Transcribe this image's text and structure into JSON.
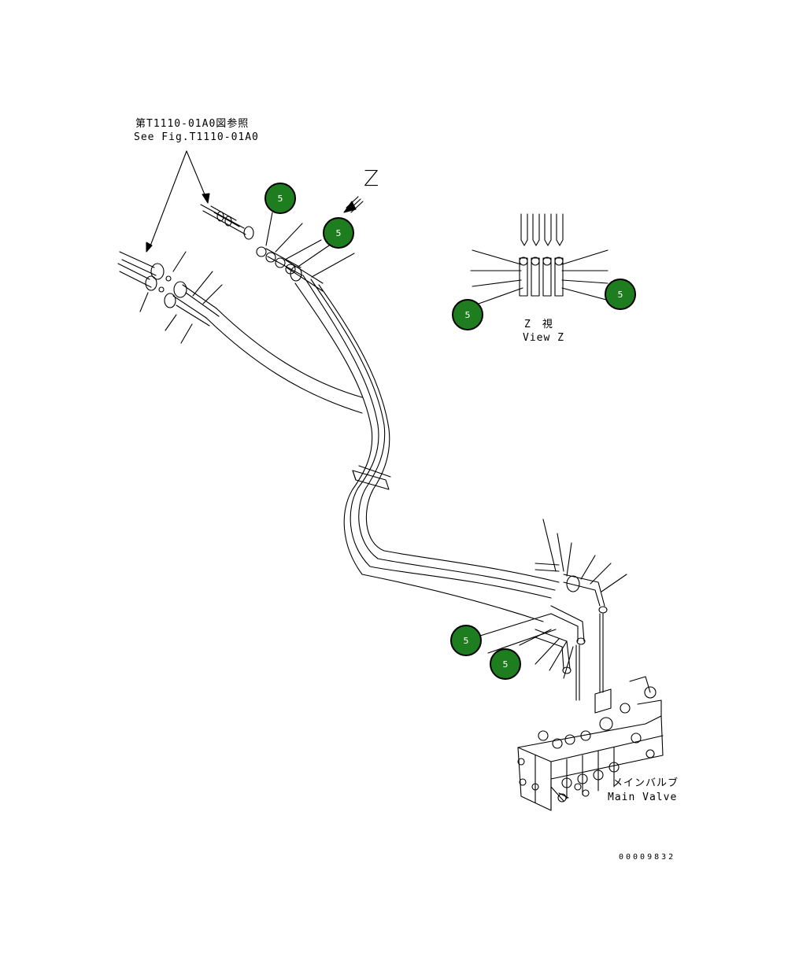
{
  "references": {
    "see_fig_jp": "第T1110-01A0図参照",
    "see_fig_en": "See Fig.T1110-01A0"
  },
  "view_marker": {
    "letter": "Z"
  },
  "view_z": {
    "label_jp": "Z　視",
    "label_en": "View Z"
  },
  "main_valve": {
    "label_jp": "メインバルブ",
    "label_en": "Main Valve"
  },
  "callouts": [
    "5",
    "5",
    "5",
    "5",
    "5",
    "5"
  ],
  "document_id": "00009832",
  "colors": {
    "callout_fill": "#1e7d1e",
    "line": "#000000"
  }
}
